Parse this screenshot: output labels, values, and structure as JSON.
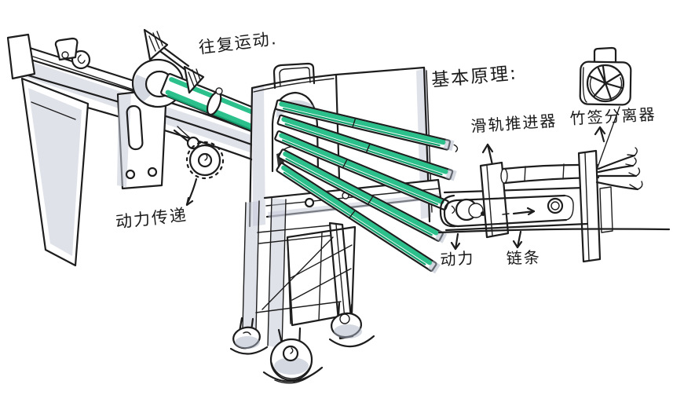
{
  "sketch": {
    "kind": "hand-drawn concept sketch of a bamboo-strip splitting machine",
    "labels": {
      "reciprocating_motion": "往复运动.",
      "power_transmission": "动力传递",
      "basic_principle": "基本原理:",
      "slide_rail_pusher": "滑轨推进器",
      "bamboo_strip_separator": "竹签分离器",
      "power": "动力",
      "chain": "链条"
    },
    "icons": {
      "reciprocating_motion_arrow": "double-headed hatched arrow",
      "separator_front_view": "square frame with spoked splitter wheel",
      "drive_sprocket": "chain sprocket gear",
      "caster_wheel": "swivel caster wheel",
      "split_fan_arrows": "four arrows fanning out of separator"
    },
    "colors": {
      "ink": "#1d1d1d",
      "marker_green": "#2cc08c",
      "marker_green_dark": "#14a06e",
      "marker_gray": "#c6cbd8",
      "paper": "#ffffff"
    }
  }
}
